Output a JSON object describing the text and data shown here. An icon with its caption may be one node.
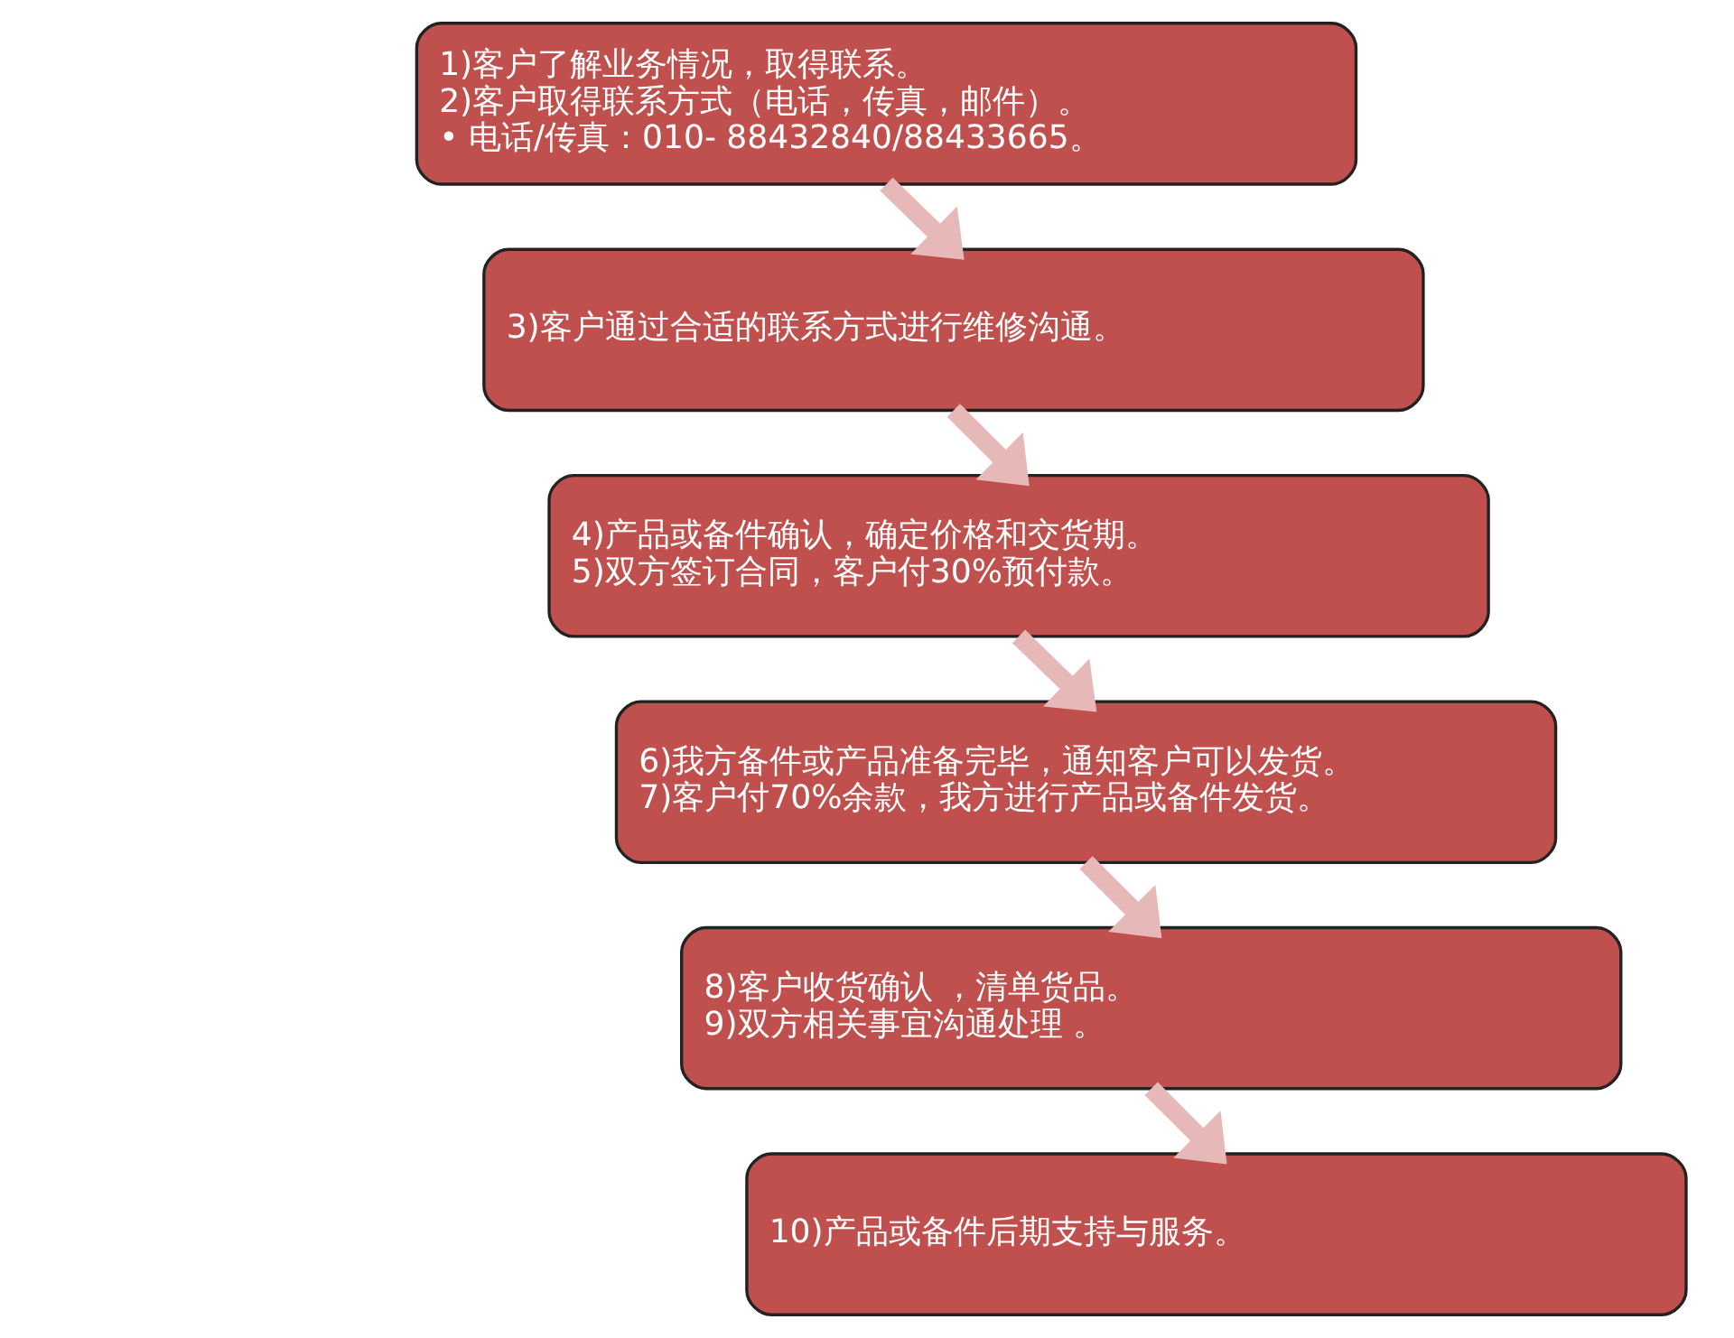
{
  "diagram": {
    "nodes": [
      {
        "text": [
          "1)客户了解业务情况，取得联系。",
          "2)客户取得联系方式（电话，传真，邮件）。",
          "• 电话/传真：010- 88432840/88433665。"
        ]
      },
      {
        "text": [
          "3)客户通过合适的联系方式进行维修沟通。"
        ]
      },
      {
        "text": [
          "4)产品或备件确认，确定价格和交货期。",
          "5)双方签订合同，客户付30%预付款。"
        ]
      },
      {
        "text": [
          "6)我方备件或产品准备完毕，通知客户可以发货。",
          "7)客户付70%余款，我方进行产品或备件发货。"
        ]
      },
      {
        "text": [
          "8)客户收货确认 ，清单货品。",
          "9)双方相关事宜沟通处理 。"
        ]
      },
      {
        "text": [
          "10)产品或备件后期支持与服务。"
        ]
      }
    ],
    "edges": [
      {
        "from": 0,
        "to": 1,
        "arrow": "to"
      },
      {
        "from": 1,
        "to": 2,
        "arrow": "to"
      },
      {
        "from": 2,
        "to": 3,
        "arrow": "to"
      },
      {
        "from": 3,
        "to": 4,
        "arrow": "to"
      },
      {
        "from": 4,
        "to": 5,
        "arrow": "to"
      }
    ]
  }
}
